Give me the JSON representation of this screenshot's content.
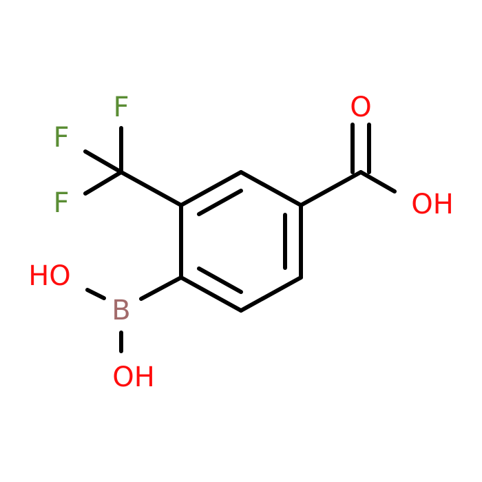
{
  "labels": {
    "f_top": "F",
    "f_mid": "F",
    "f_low": "F",
    "o_carbonyl": "O",
    "oh_acid": "OH",
    "ho_boron": "HO",
    "b": "B",
    "oh_boron": "OH"
  },
  "colors": {
    "bond": "#000000",
    "fluorine": "#5a8d34",
    "oxygen": "#ff0d0d",
    "boron": "#a26a6a"
  }
}
